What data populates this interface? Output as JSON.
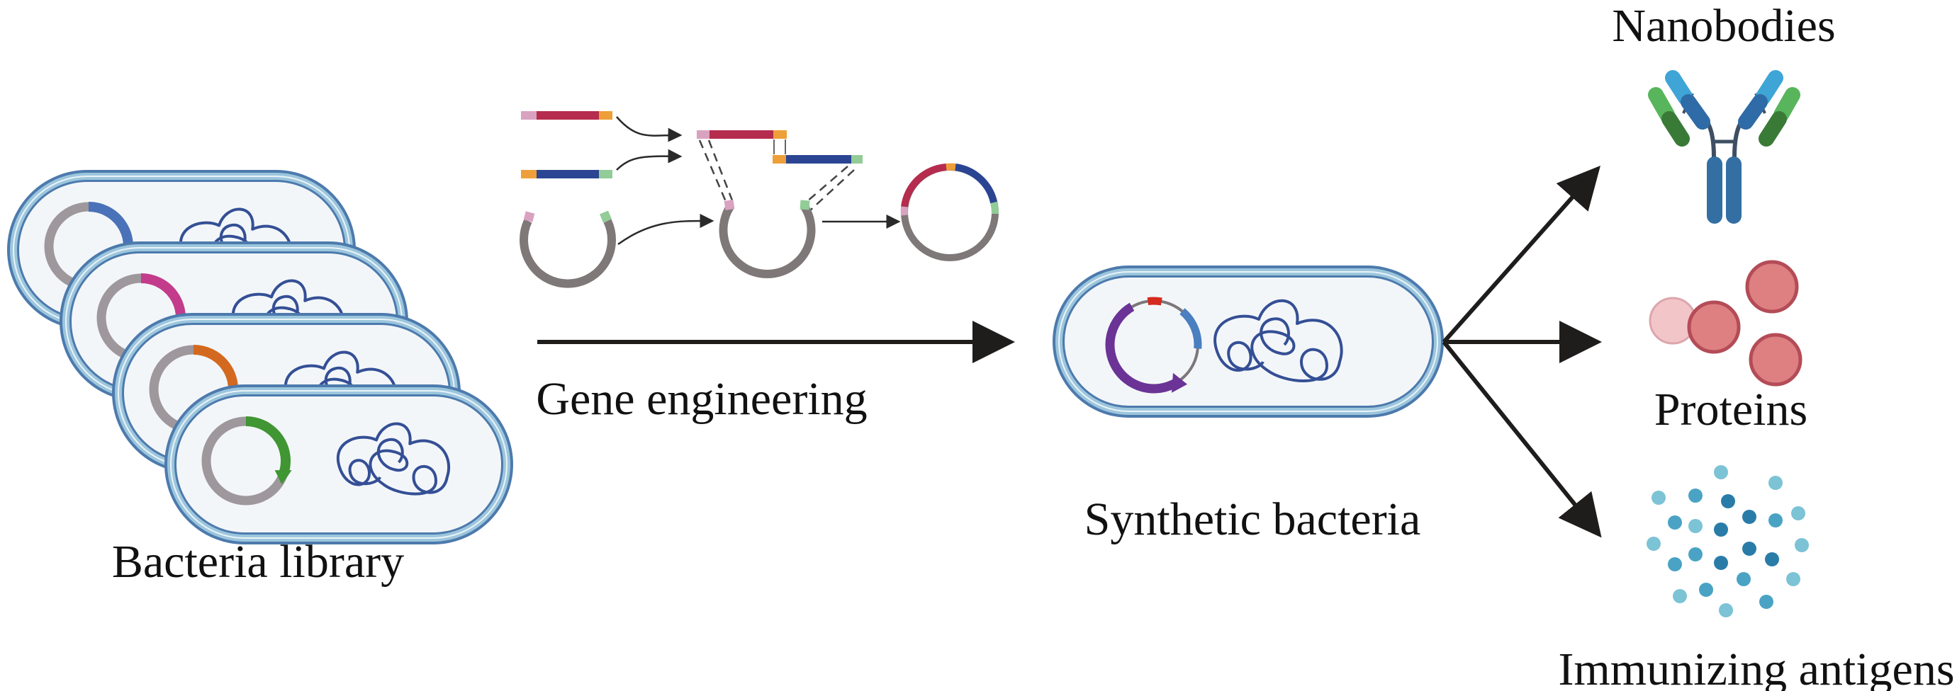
{
  "title": "Synthetic bacteria production workflow",
  "labels": {
    "bacteria_library": "Bacteria library",
    "gene_engineering": "Gene engineering",
    "synthetic_bacteria": "Synthetic bacteria",
    "nanobodies": "Nanobodies",
    "proteins": "Proteins",
    "immunizing_antigens": "Immunizing antigens"
  },
  "colors": {
    "membrane_outer": "#4d7aad",
    "membrane_light": "#9cc6dd",
    "cytoplasm": "#f3f6f9",
    "dna": "#344f95",
    "plasmid_backbone": "#9e979b",
    "arrow": "#1f1c1c",
    "gene_red": "#b52c4e",
    "gene_blue": "#2b4593",
    "overlap_pink": "#d9a2c1",
    "overlap_orange": "#ee9f39",
    "overlap_green": "#92cc97",
    "vector_grey": "#7f7878"
  },
  "library": {
    "cells": [
      {
        "name": "cell-blue",
        "gene_color": "#4a72b8"
      },
      {
        "name": "cell-magenta",
        "gene_color": "#c23c8b"
      },
      {
        "name": "cell-orange",
        "gene_color": "#d2691e"
      },
      {
        "name": "cell-green",
        "gene_color": "#3f9632"
      }
    ]
  },
  "synthetic": {
    "plasmid_colors": {
      "main": "#6a3395",
      "marker": "#4a7fc0",
      "origin": "#d42a20",
      "backbone": "#7d7779"
    }
  },
  "outputs": [
    {
      "id": "nanobodies",
      "label_key": "nanobodies"
    },
    {
      "id": "proteins",
      "label_key": "proteins"
    },
    {
      "id": "immunizing-antigens",
      "label_key": "immunizing_antigens"
    }
  ],
  "nanobody_colors": {
    "heavy_light": "#3fa5d6",
    "heavy_dark": "#2f6ba6",
    "light_light": "#58b55c",
    "light_dark": "#3a7a37",
    "hinge": "#3e4f63",
    "stem": "#336fa3"
  },
  "protein_colors": {
    "faded": "#f2c5c8",
    "faded_edge": "#dca6ac",
    "fill": "#de7f82",
    "edge": "#b44c57"
  },
  "antigen_colors": {
    "light": "#7cc3d6",
    "mid": "#4aa3c4",
    "dark": "#2a7ca8"
  }
}
